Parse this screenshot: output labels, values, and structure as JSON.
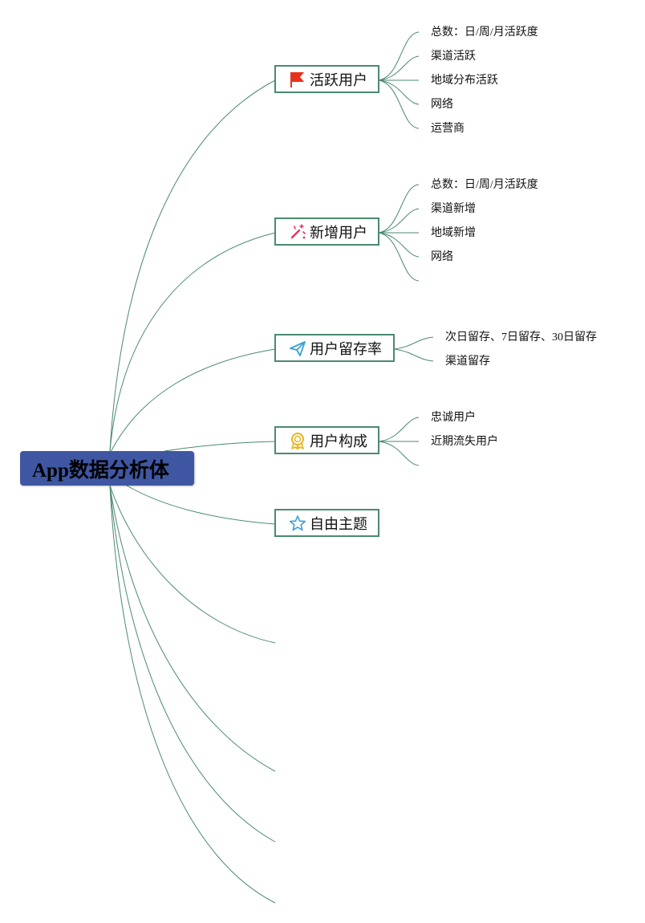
{
  "mindmap": {
    "root": {
      "label": "App数据分析体"
    },
    "branches": [
      {
        "label": "活跃用户",
        "icon": "flag-icon",
        "children": [
          "总数：日/周/月活跃度",
          "渠道活跃",
          "地域分布活跃",
          "网络",
          "运营商"
        ]
      },
      {
        "label": "新增用户",
        "icon": "magic-wand-icon",
        "children": [
          "总数：日/周/月活跃度",
          "渠道新增",
          "地域新增",
          "网络",
          ""
        ]
      },
      {
        "label": "用户留存率",
        "icon": "paper-plane-icon",
        "children": [
          "次日留存、7日留存、30日留存",
          "渠道留存"
        ]
      },
      {
        "label": "用户构成",
        "icon": "award-medal-icon",
        "children": [
          "忠诚用户",
          "近期流失用户",
          ""
        ]
      },
      {
        "label": "自由主题",
        "icon": "star-icon",
        "children": []
      }
    ],
    "colors": {
      "root_fill": "#3f57a3",
      "connector": "#4a8a6e",
      "flag_icon": "#e8321e",
      "wand_icon": "#e8335c",
      "plane_icon": "#3a9fd6",
      "award_icon": "#e6b422",
      "star_icon": "#3a9fd6"
    }
  }
}
